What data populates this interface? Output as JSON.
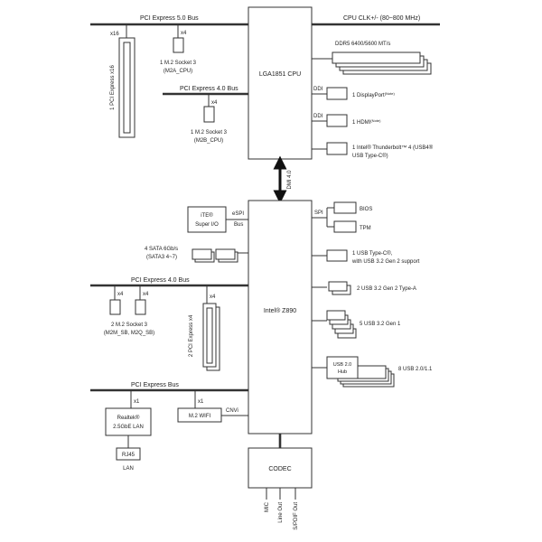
{
  "cpu": {
    "label": "LGA1851 CPU",
    "clk_label": "CPU CLK+/- (80~800 MHz)"
  },
  "chipset": {
    "label": "Intel® Z890"
  },
  "codec": {
    "label": "CODEC"
  },
  "link": {
    "label": "DMI 4.0"
  },
  "pcie5": {
    "bus_label": "PCI Express 5.0 Bus",
    "lane_label": "x16",
    "slot_label": "1 PCI Express x16"
  },
  "m2a": {
    "lane_label": "x4",
    "line1": "1 M.2 Socket 3",
    "line2": "(M2A_CPU)"
  },
  "pcie4_cpu": {
    "bus_label": "PCI Express 4.0 Bus"
  },
  "m2b": {
    "lane_label": "x4",
    "line1": "1 M.2 Socket 3",
    "line2": "(M2B_CPU)"
  },
  "memory": {
    "label": "DDR5 6400/5600 MT/s"
  },
  "displayport": {
    "ddi_label": "DDI",
    "label": "1 DisplayPort",
    "note": "(Note)"
  },
  "hdmi": {
    "ddi_label": "DDI",
    "label": "1 HDMI",
    "note": "(Note)"
  },
  "thunderbolt": {
    "line1": "1 Intel® Thunderbolt™ 4 (USB4®",
    "line2": "USB Type-C®)"
  },
  "superio": {
    "line1": "iTE®",
    "line2": "Super I/O",
    "bus_line1": "eSPI",
    "bus_line2": "Bus"
  },
  "spi": {
    "label": "SPI",
    "bios": "BIOS",
    "tpm": "TPM"
  },
  "sata": {
    "line1": "4 SATA 6Gb/s",
    "line2": "(SATA3 4~7)"
  },
  "usbc": {
    "line1": "1 USB Type-C®,",
    "line2": "with USB 3.2 Gen 2 support"
  },
  "usb_gen2a": {
    "label": "2 USB 3.2 Gen 2 Type-A"
  },
  "usb_gen1": {
    "label": "5 USB 3.2 Gen 1"
  },
  "usb2": {
    "hub_line1": "USB 2.0",
    "hub_line2": "Hub",
    "label": "8 USB 2.0/1.1"
  },
  "pcie4_pch": {
    "bus_label": "PCI Express 4.0 Bus",
    "lane1": "x4",
    "lane2": "x4",
    "lane3": "x4"
  },
  "m2sb": {
    "line1": "2 M.2 Socket 3",
    "line2": "(M2M_SB, M2Q_SB)"
  },
  "pcix4": {
    "label": "2 PCI Express x4"
  },
  "pcie_pch": {
    "bus_label": "PCI Express Bus",
    "lane_lan": "x1",
    "lane_wifi": "x1"
  },
  "lan": {
    "line1": "Realtek®",
    "line2": "2.5GbE LAN",
    "rj45": "RJ45",
    "label": "LAN"
  },
  "wifi": {
    "label": "M.2 WIFI",
    "bus": "CNVi"
  },
  "audio": {
    "mic": "MIC",
    "line_out": "Line Out",
    "spdif": "S/PDIF Out"
  }
}
